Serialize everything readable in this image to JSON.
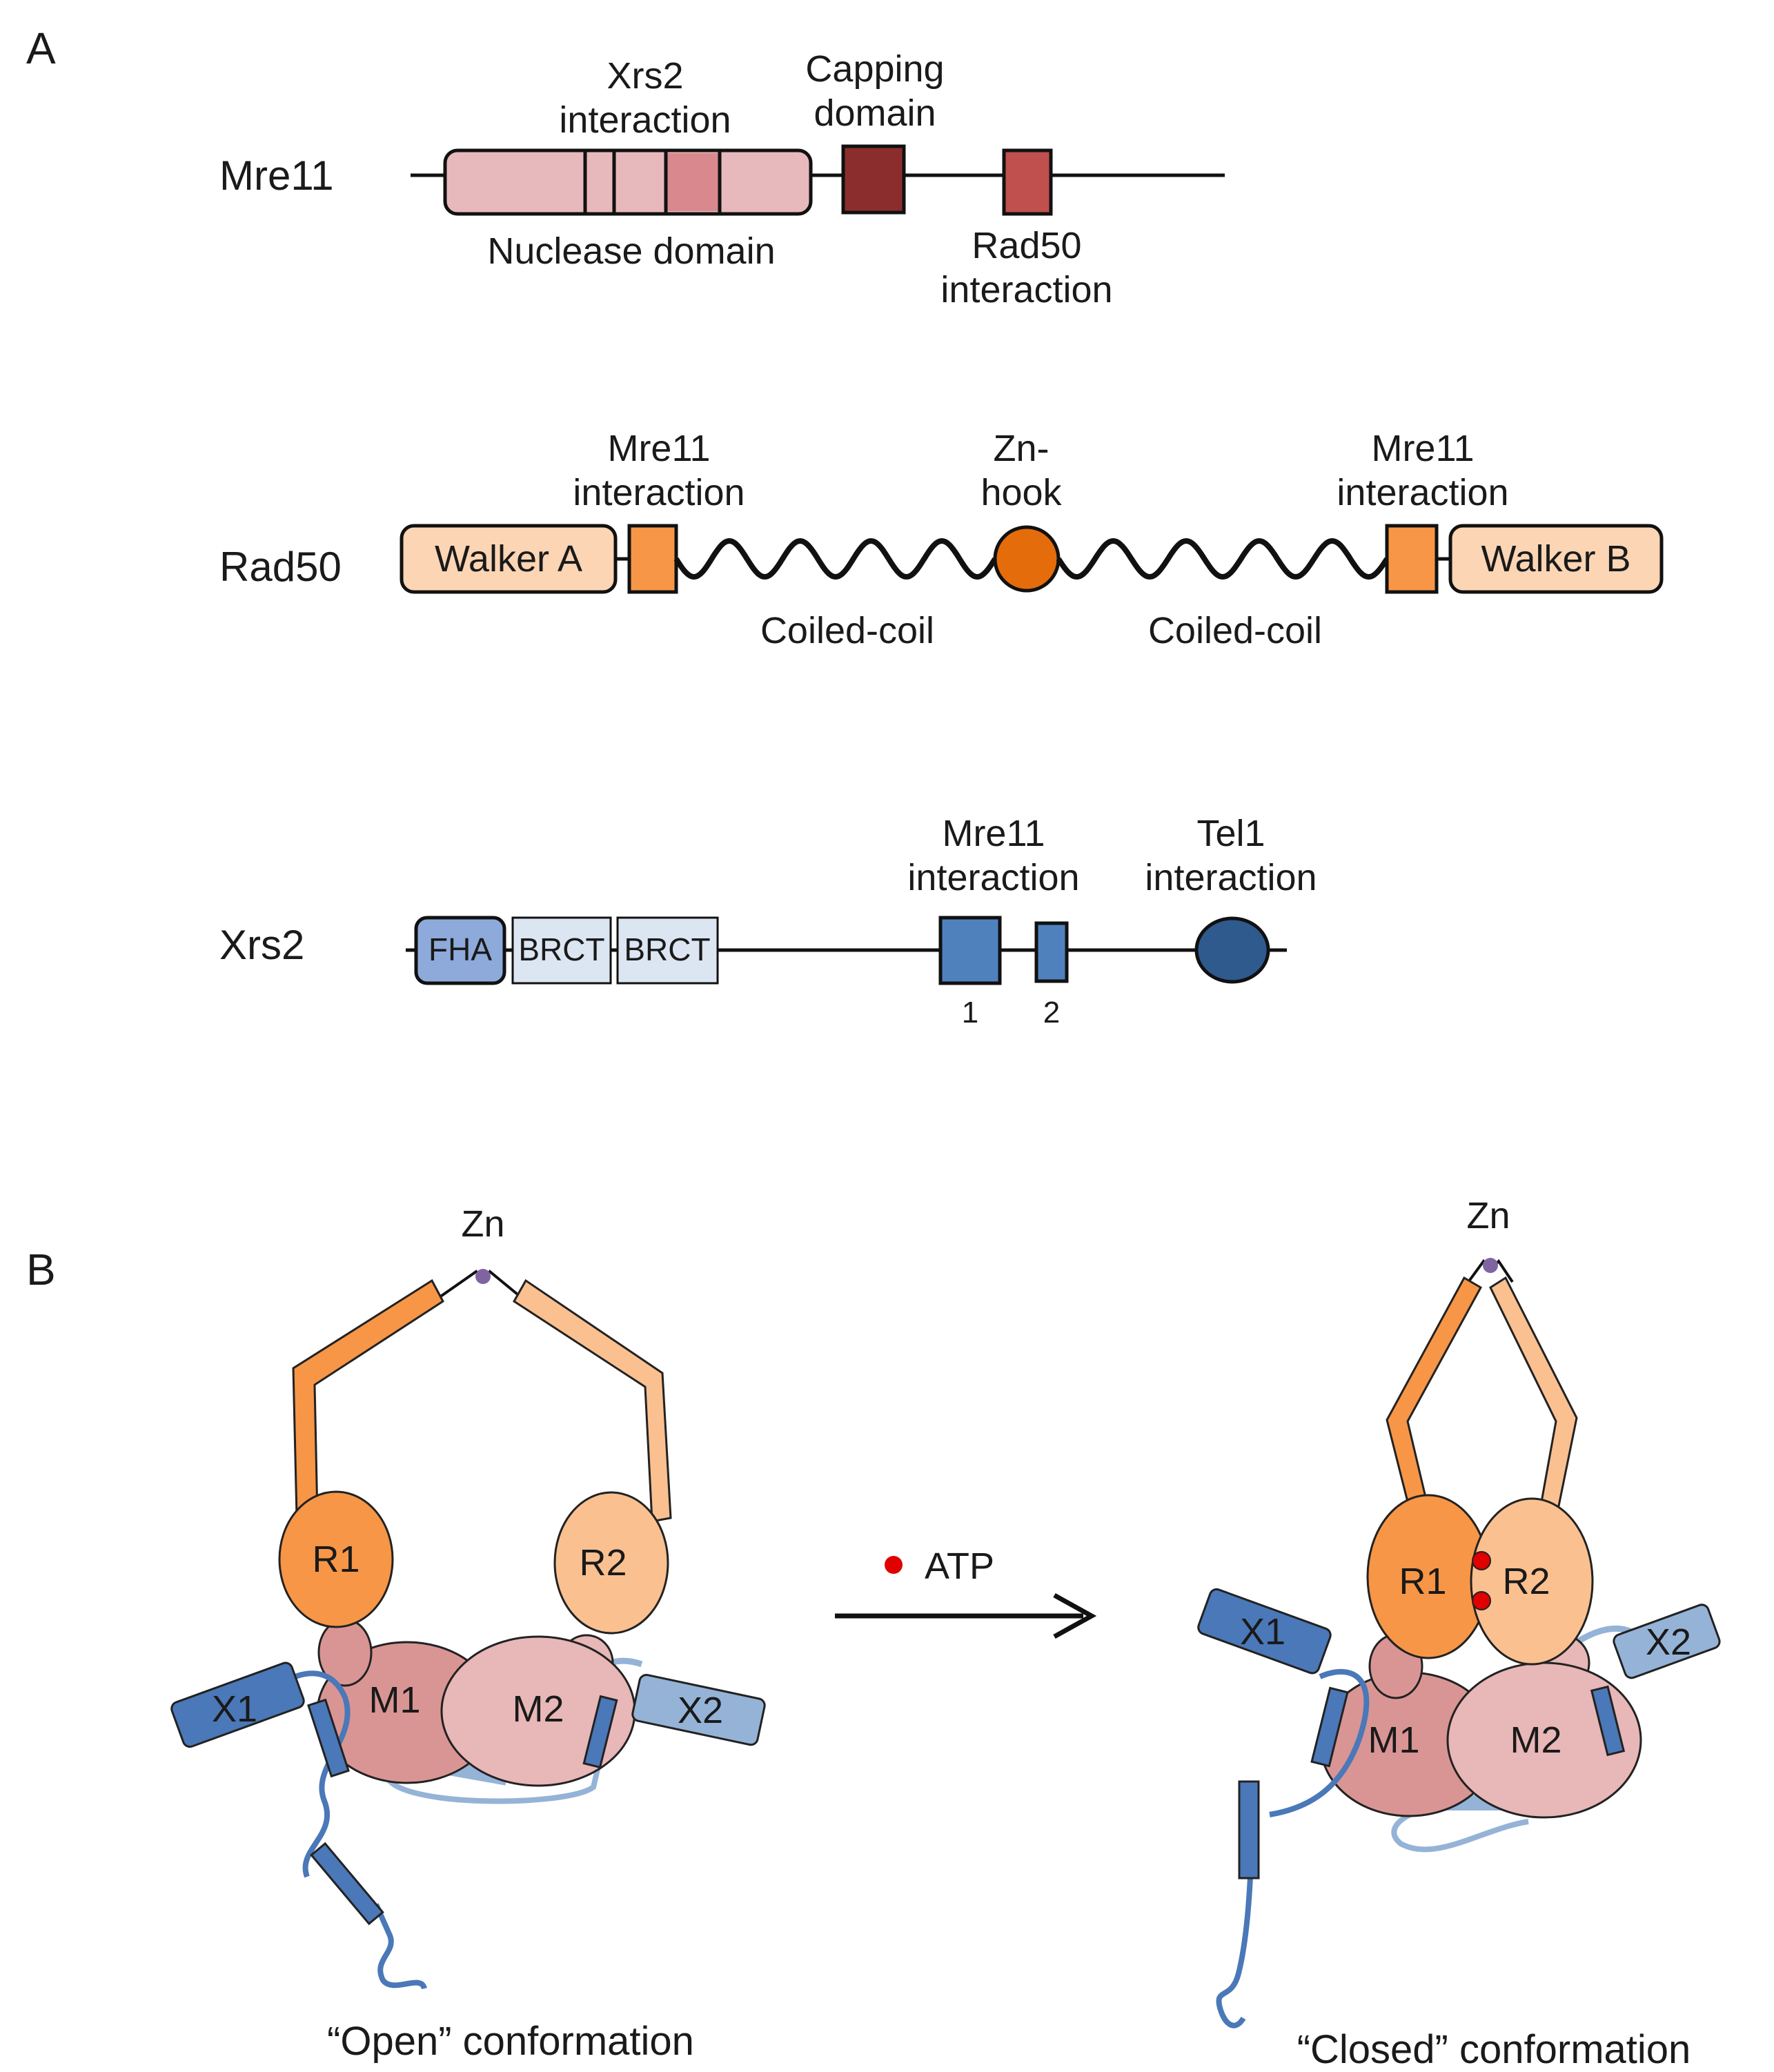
{
  "panels": {
    "a_letter": "A",
    "b_letter": "B"
  },
  "mre11": {
    "name": "Mre11",
    "xrs2_interaction": [
      "Xrs2",
      "interaction"
    ],
    "capping_domain": [
      "Capping",
      "domain"
    ],
    "nuclease_domain": "Nuclease domain",
    "rad50_interaction": [
      "Rad50",
      "interaction"
    ]
  },
  "rad50": {
    "name": "Rad50",
    "walker_a": "Walker A",
    "walker_b": "Walker B",
    "mre11_interaction_left": [
      "Mre11",
      "interaction"
    ],
    "mre11_interaction_right": [
      "Mre11",
      "interaction"
    ],
    "zn_hook": [
      "Zn-",
      "hook"
    ],
    "coiled_coil_left": "Coiled-coil",
    "coiled_coil_right": "Coiled-coil"
  },
  "xrs2": {
    "name": "Xrs2",
    "fha": "FHA",
    "brct1": "BRCT",
    "brct2": "BRCT",
    "mre11_interaction": [
      "Mre11",
      "interaction"
    ],
    "tel1_interaction": [
      "Tel1",
      "interaction"
    ],
    "site1": "1",
    "site2": "2"
  },
  "panel_b": {
    "open": {
      "zn": "Zn",
      "r1": "R1",
      "r2": "R2",
      "m1": "M1",
      "m2": "M2",
      "x1": "X1",
      "x2": "X2",
      "caption": "“Open” conformation"
    },
    "closed": {
      "zn": "Zn",
      "r1": "R1",
      "r2": "R2",
      "m1": "M1",
      "m2": "M2",
      "x1": "X1",
      "x2": "X2",
      "caption": "“Closed” conformation"
    },
    "atp": "ATP"
  },
  "colors": {
    "mre11_nuclease": "#e8b9bc",
    "mre11_nuclease_mid": "#d9898e",
    "capping": "#8b2d2d",
    "rad50_interaction": "#c0504d",
    "walker": "#fcd5b4",
    "rad50_orange": "#f79646",
    "zn_hook": "#e46c0a",
    "fha": "#8eaadb",
    "brct": "#dce6f2",
    "xrs2_blue": "#4f81bd",
    "tel1": "#2e5a8e",
    "m1": "#d99594",
    "m2": "#e8b7b7",
    "r1": "#f79646",
    "r2": "#fac090",
    "x1": "#4a78b8",
    "x2": "#95b3d7",
    "atp_dot": "#e00000",
    "zn_dot": "#8064a2"
  }
}
